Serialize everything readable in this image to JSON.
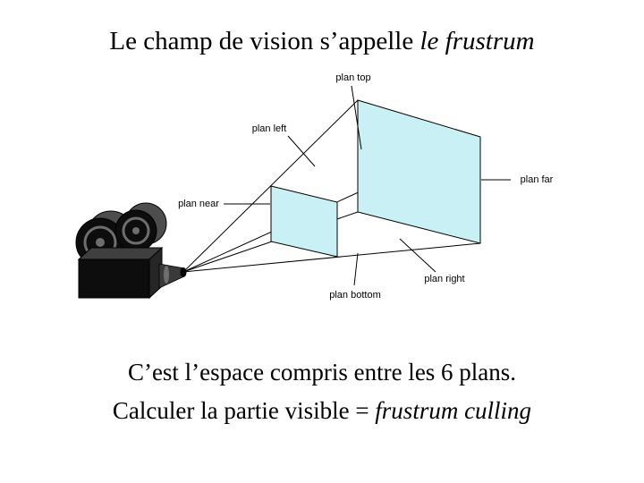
{
  "slide": {
    "title": {
      "normal": "Le champ de vision s’appelle ",
      "italic": "le frustrum"
    },
    "footer": {
      "line1": "C’est l’espace compris entre les 6 plans.",
      "line2_normal": "Calculer la partie visible = ",
      "line2_italic": "frustrum culling"
    }
  },
  "diagram": {
    "labels": {
      "top": "plan top",
      "left": "plan left",
      "near": "plan near",
      "far": "plan far",
      "right": "plan right",
      "bottom": "plan bottom"
    },
    "colors": {
      "plane_fill": "#c9f0f5",
      "line": "#000000",
      "background": "#ffffff",
      "camera_dark": "#0d0d0d",
      "camera_mid": "#3f3f3f",
      "camera_light": "#6e6e6e"
    }
  }
}
